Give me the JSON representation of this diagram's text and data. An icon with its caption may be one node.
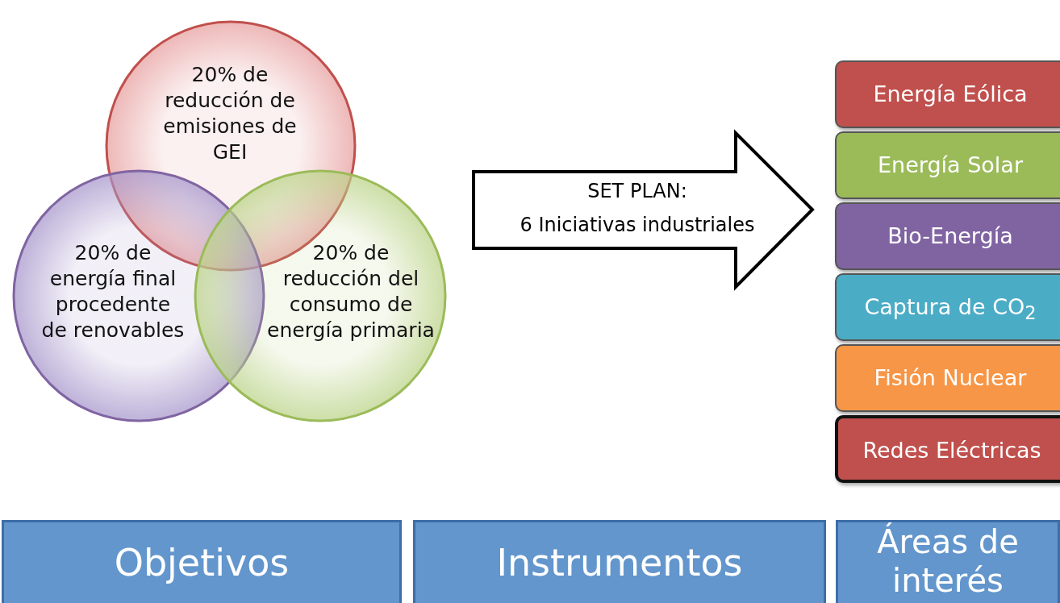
{
  "diagram": {
    "nodes": [
      {
        "text": [
          "20% de reducción de emisiones de GEI"
        ]
      },
      {
        "text": [
          "20% de energía final procedente de renovables"
        ]
      },
      {
        "text": [
          "20% de reducción del consumo de energía primaria"
        ]
      },
      {
        "text": [
          "SET PLAN:",
          "6 Iniciativas industriales"
        ]
      },
      {
        "text": [
          "Energía Eólica"
        ]
      },
      {
        "text": [
          "Energía Solar"
        ]
      },
      {
        "text": [
          "Bio-Energía"
        ]
      },
      {
        "text": [
          "Captura de CO$_{2}$"
        ]
      },
      {
        "text": [
          "Fisión Nuclear"
        ]
      },
      {
        "text": [
          "Redes Eléctricas"
        ]
      },
      {
        "text": [
          "Objetivos"
        ]
      },
      {
        "text": [
          "Instrumentos"
        ]
      },
      {
        "text": [
          "Áreas de interés"
        ]
      }
    ],
    "edges": []
  }
}
